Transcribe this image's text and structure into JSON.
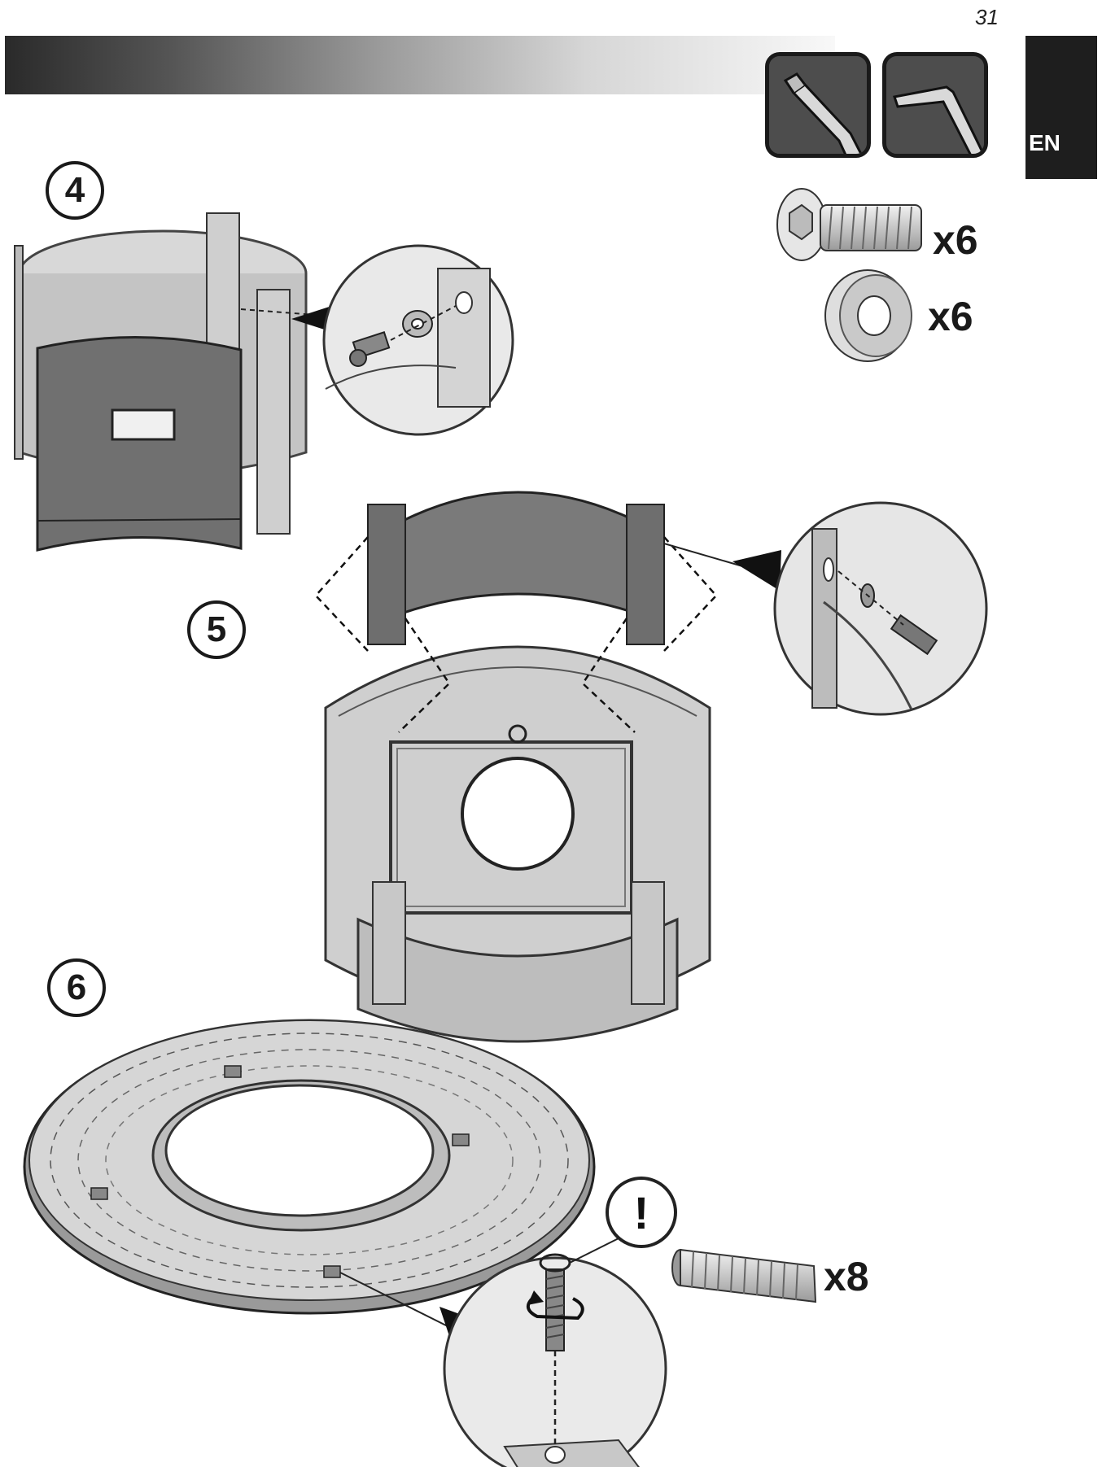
{
  "page_number": "31",
  "language_tab": "EN",
  "tools": [
    {
      "name": "screwdriver-icon"
    },
    {
      "name": "allen-key-icon"
    }
  ],
  "parts": {
    "bolt_qty": "x6",
    "washer_qty": "x6",
    "grub_screw_qty": "x8"
  },
  "steps": [
    {
      "number": "4"
    },
    {
      "number": "5"
    },
    {
      "number": "6"
    }
  ],
  "warning_symbol": "!"
}
